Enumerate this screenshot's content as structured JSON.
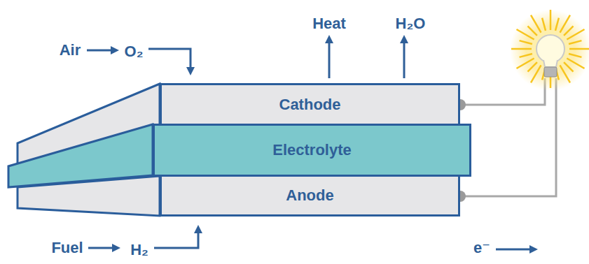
{
  "diagram": {
    "nodes": [
      {
        "text": [
          "Cathode"
        ]
      },
      {
        "text": [
          "Electrolyte"
        ]
      },
      {
        "text": [
          "Anode"
        ]
      }
    ],
    "labels": [
      "Heat",
      "H₂O",
      "Air",
      "O₂",
      "Fuel",
      "H₂",
      "e⁻"
    ]
  }
}
